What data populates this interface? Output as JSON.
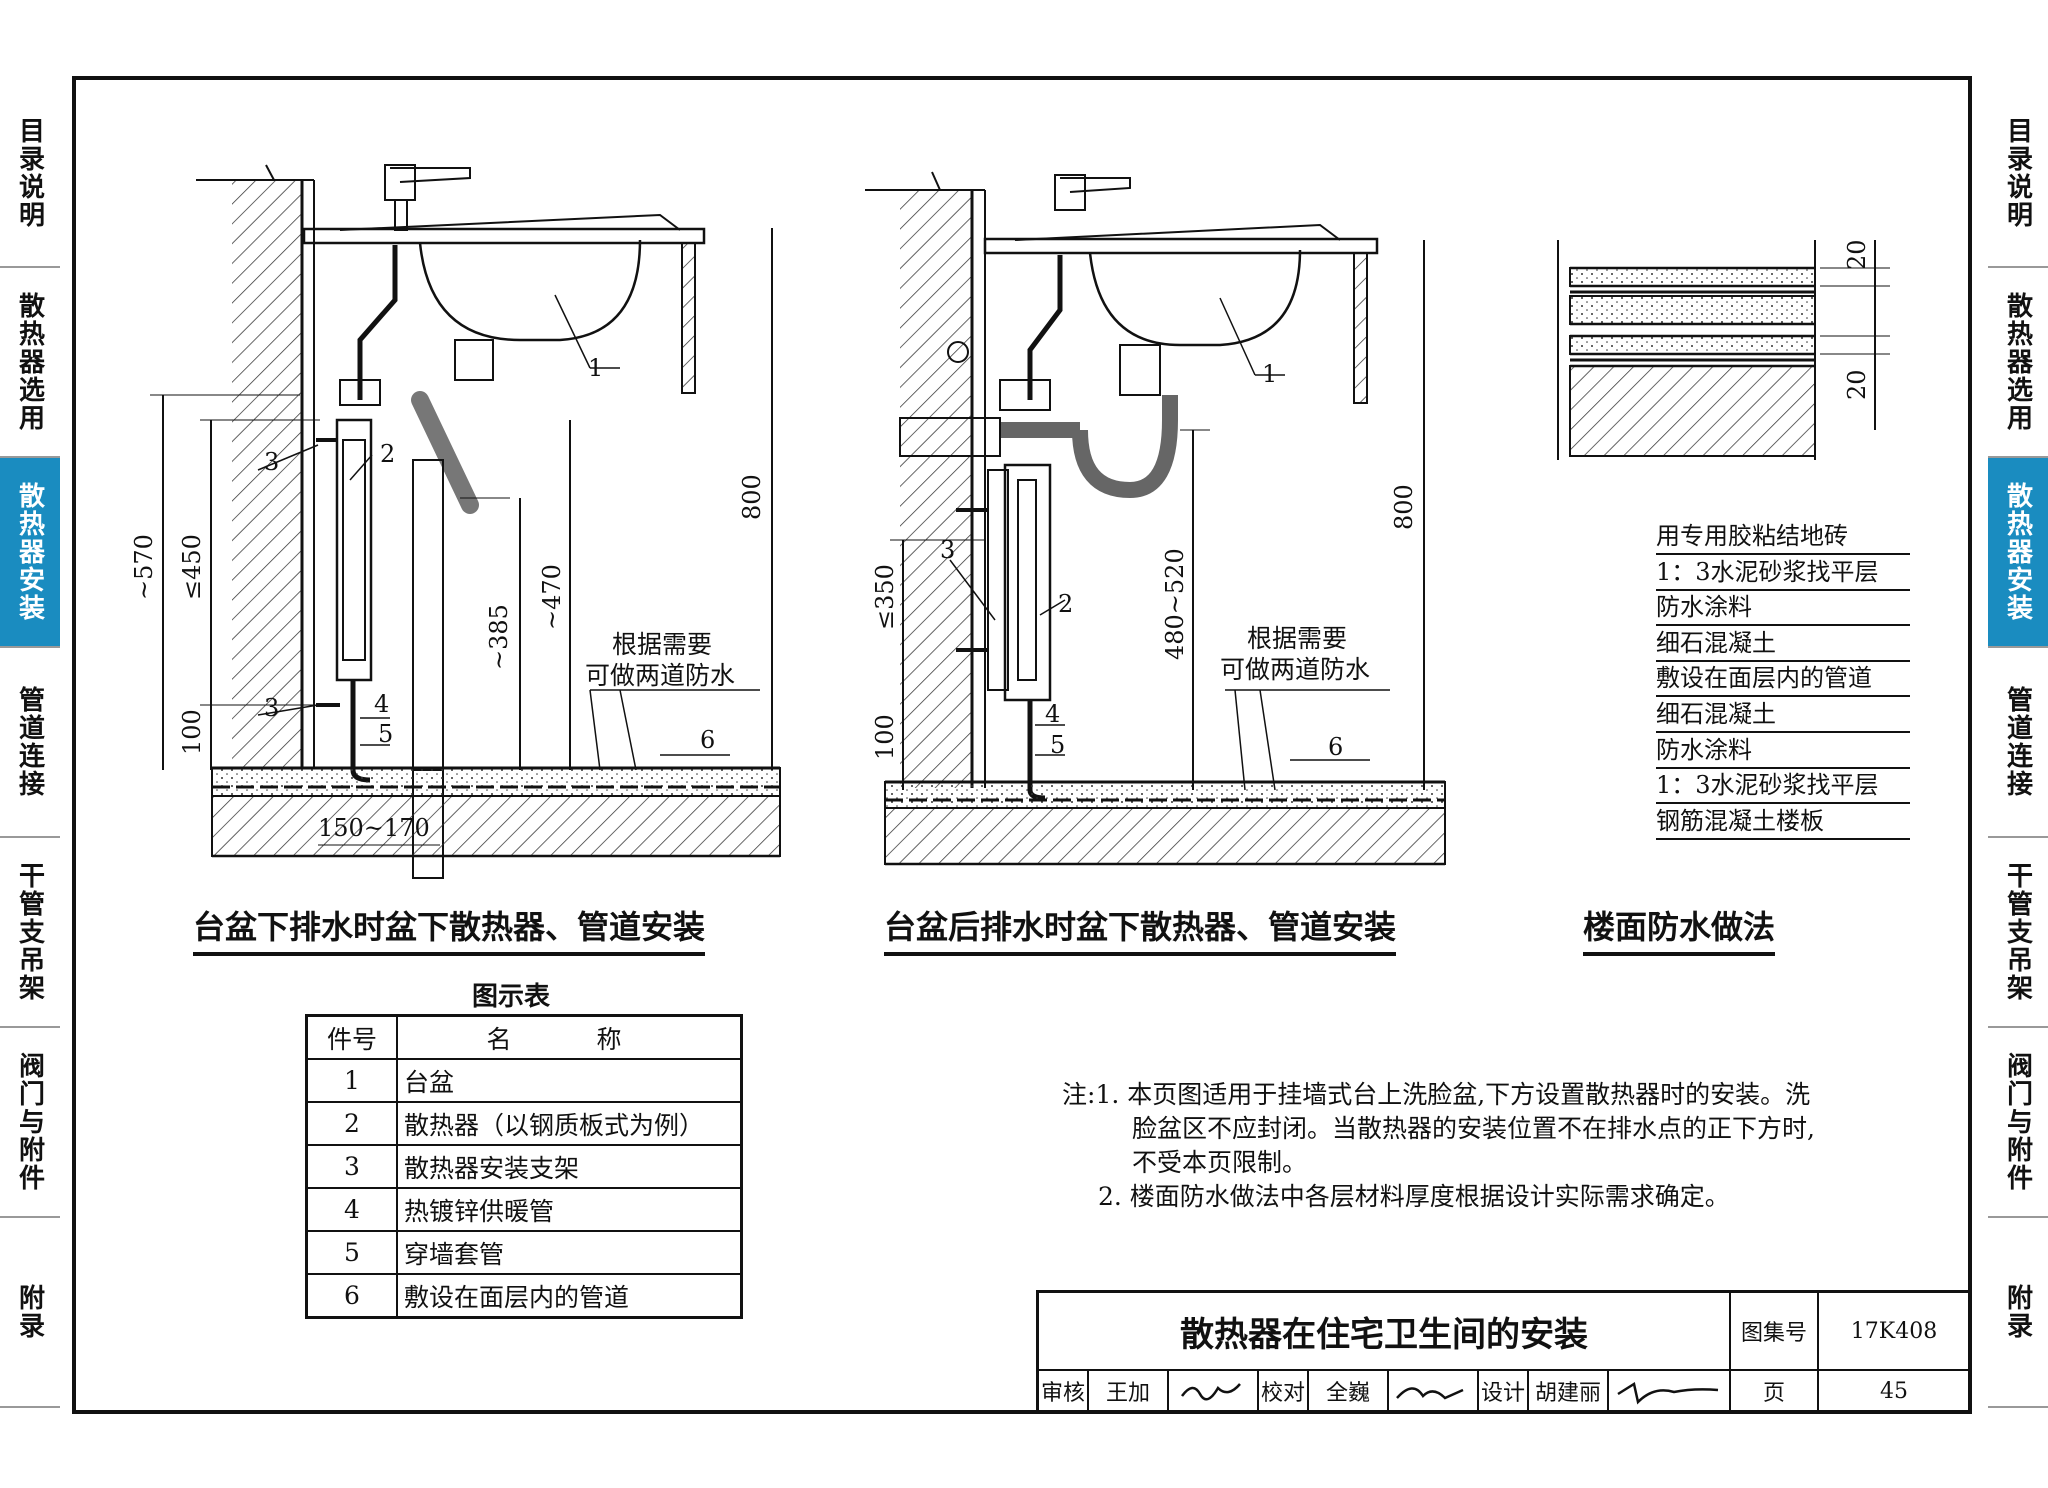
{
  "sidebar": {
    "left": [
      "目录说明",
      "散热器选用",
      "散热器安装",
      "管道连接",
      "干管支吊架",
      "阀门与附件",
      "附录"
    ],
    "right": [
      "目录说明",
      "散热器选用",
      "散热器安装",
      "管道连接",
      "干管支吊架",
      "阀门与附件",
      "附录"
    ],
    "active_index": 2,
    "active_color": "#1a8cc0"
  },
  "drawings": {
    "left": {
      "caption": "台盆下排水时盆下散热器、管道安装",
      "note": [
        "根据需要",
        "可做两道防水"
      ],
      "dims": [
        "~570",
        "≤450",
        "100",
        "~385",
        "~470",
        "800",
        "150~170"
      ],
      "callouts": [
        "1",
        "2",
        "3",
        "3",
        "4",
        "5",
        "6"
      ]
    },
    "middle": {
      "caption": "台盆后排水时盆下散热器、管道安装",
      "note": [
        "根据需要",
        "可做两道防水"
      ],
      "dims": [
        "≤350",
        "100",
        "480~520",
        "800"
      ],
      "callouts": [
        "1",
        "2",
        "3",
        "4",
        "5",
        "6"
      ]
    },
    "right": {
      "caption": "楼面防水做法",
      "dims": [
        "20",
        "20"
      ],
      "layers": [
        "用专用胶粘结地砖",
        "1：3水泥砂浆找平层",
        "防水涂料",
        "细石混凝土",
        "敷设在面层内的管道",
        "细石混凝土",
        "防水涂料",
        "1：3水泥砂浆找平层",
        "钢筋混凝土楼板"
      ]
    }
  },
  "legend": {
    "title": "图示表",
    "headers": [
      "件号",
      "名　称"
    ],
    "rows": [
      {
        "no": "1",
        "name": "台盆"
      },
      {
        "no": "2",
        "name": "散热器（以钢质板式为例）"
      },
      {
        "no": "3",
        "name": "散热器安装支架"
      },
      {
        "no": "4",
        "name": "热镀锌供暖管"
      },
      {
        "no": "5",
        "name": "穿墙套管"
      },
      {
        "no": "6",
        "name": "敷设在面层内的管道"
      }
    ]
  },
  "notes": {
    "prefix": "注:",
    "lines": [
      "1. 本页图适用于挂墙式台上洗脸盆,下方设置散热器时的安装。洗",
      "脸盆区不应封闭。当散热器的安装位置不在排水点的正下方时,",
      "不受本页限制。",
      "2. 楼面防水做法中各层材料厚度根据设计实际需求确定。"
    ]
  },
  "title_block": {
    "title": "散热器在住宅卫生间的安装",
    "atlas_label": "图集号",
    "atlas_no": "17K408",
    "page_label": "页",
    "page_no": "45",
    "review_label": "审核",
    "review_name": "王加",
    "check_label": "校对",
    "check_name": "全巍",
    "design_label": "设计",
    "design_name": "胡建丽"
  }
}
